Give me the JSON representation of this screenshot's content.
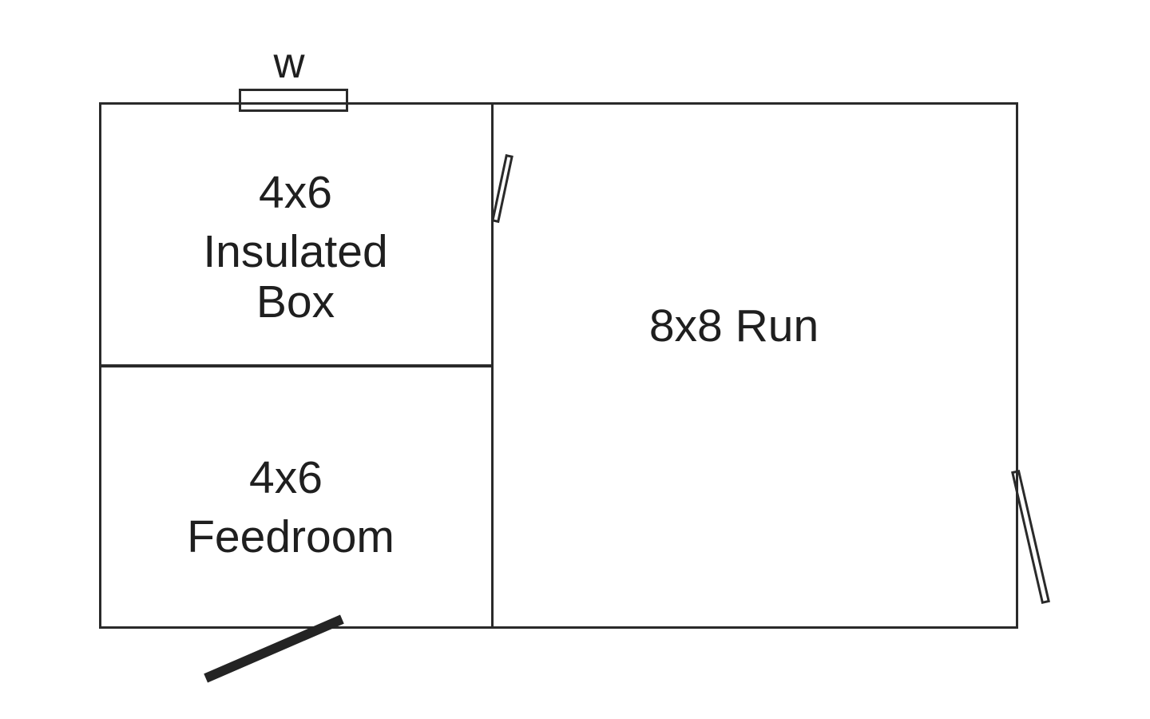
{
  "colors": {
    "background": "#ffffff",
    "wall": "#2a2a2a",
    "text": "#1f1f1f"
  },
  "window": {
    "label": "w"
  },
  "rooms": {
    "insulated_box": {
      "size": "4x6",
      "name_line1": "Insulated",
      "name_line2": "Box"
    },
    "feedroom": {
      "size": "4x6",
      "name": "Feedroom"
    },
    "run": {
      "name": "8x8 Run"
    }
  }
}
